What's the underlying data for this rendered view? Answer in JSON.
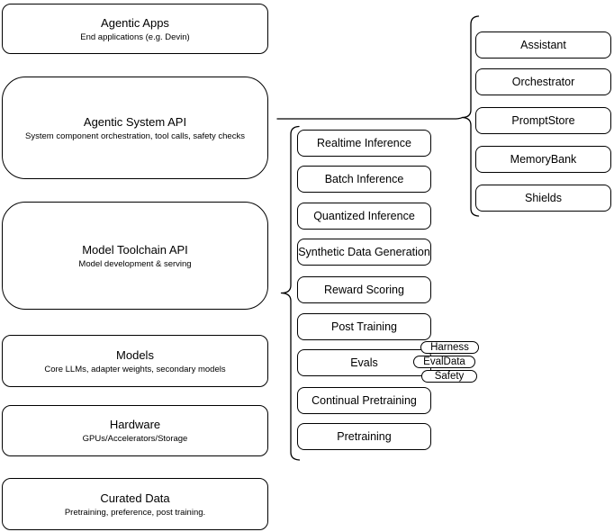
{
  "diagram": {
    "colors": {
      "border": "#000000",
      "background": "#ffffff",
      "text": "#000000"
    },
    "left_column": [
      {
        "title": "Agentic Apps",
        "subtitle": "End applications (e.g. Devin)"
      },
      {
        "title": "Agentic System API",
        "subtitle": "System component orchestration, tool calls, safety checks"
      },
      {
        "title": "Model Toolchain API",
        "subtitle": "Model development & serving"
      },
      {
        "title": "Models",
        "subtitle": "Core LLMs, adapter weights, secondary models"
      },
      {
        "title": "Hardware",
        "subtitle": "GPUs/Accelerators/Storage"
      },
      {
        "title": "Curated Data",
        "subtitle": "Pretraining, preference, post training."
      }
    ],
    "middle_column": [
      {
        "label": "Realtime Inference"
      },
      {
        "label": "Batch Inference"
      },
      {
        "label": "Quantized Inference"
      },
      {
        "label": "Synthetic Data Generation"
      },
      {
        "label": "Reward Scoring"
      },
      {
        "label": "Post Training"
      },
      {
        "label": "Evals"
      },
      {
        "label": "Continual Pretraining"
      },
      {
        "label": "Pretraining"
      }
    ],
    "evals_tags": [
      {
        "label": "Harness"
      },
      {
        "label": "EvalData"
      },
      {
        "label": "Safety"
      }
    ],
    "right_column": [
      {
        "label": "Assistant"
      },
      {
        "label": "Orchestrator"
      },
      {
        "label": "PromptStore"
      },
      {
        "label": "MemoryBank"
      },
      {
        "label": "Shields"
      }
    ]
  }
}
